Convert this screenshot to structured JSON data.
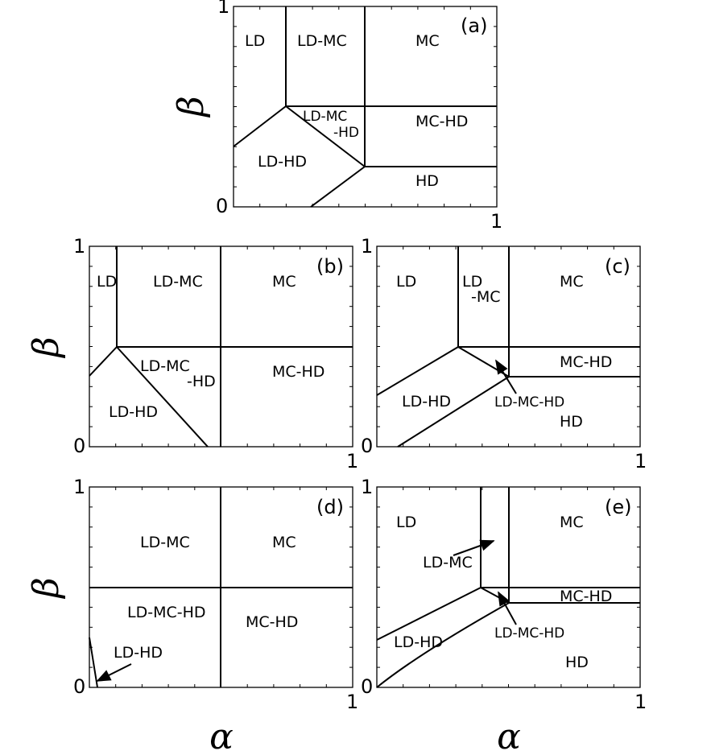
{
  "axes": {
    "x_symbol": "α",
    "y_symbol": "β"
  },
  "panels": {
    "a": {
      "label": "(a)",
      "y_max": "1",
      "y_min": "0",
      "x_max": "1",
      "regions": [
        "LD",
        "LD-MC",
        "MC",
        "LD-MC",
        "-HD",
        "MC-HD",
        "LD-HD",
        "HD"
      ]
    },
    "b": {
      "label": "(b)",
      "y_max": "1",
      "y_min": "0",
      "x_max": "1",
      "regions": [
        "LD",
        "LD-MC",
        "MC",
        "LD-MC",
        "-HD",
        "MC-HD",
        "LD-HD"
      ]
    },
    "c": {
      "label": "(c)",
      "y_max": "1",
      "y_min": "0",
      "x_max": "1",
      "regions": [
        "LD",
        "LD",
        "-MC",
        "MC",
        "MC-HD",
        "LD-HD",
        "LD-MC-HD",
        "HD"
      ]
    },
    "d": {
      "label": "(d)",
      "y_max": "1",
      "y_min": "0",
      "x_max": "1",
      "regions": [
        "LD-MC",
        "MC",
        "LD-MC-HD",
        "MC-HD",
        "LD-HD"
      ]
    },
    "e": {
      "label": "(e)",
      "y_max": "1",
      "y_min": "0",
      "x_max": "1",
      "regions": [
        "LD",
        "MC",
        "LD-MC",
        "MC-HD",
        "LD-HD",
        "LD-MC-HD",
        "HD"
      ]
    }
  }
}
